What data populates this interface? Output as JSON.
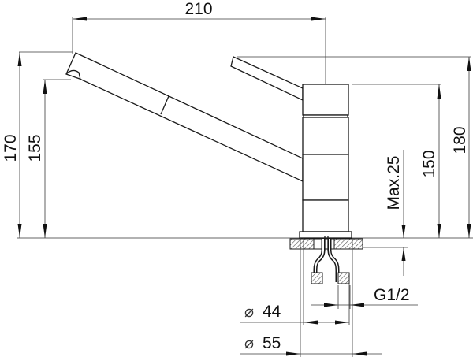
{
  "drawing": {
    "title": "Kitchen mixer tap dimension drawing",
    "units": "mm",
    "line_color": "#1a1a1a",
    "background": "#ffffff"
  },
  "dimensions": {
    "overall_reach": {
      "label": "210"
    },
    "overall_height": {
      "label": "170"
    },
    "spout_outlet_height": {
      "label": "155"
    },
    "body_height": {
      "label": "150"
    },
    "lever_height": {
      "label": "180"
    },
    "max_deck_thickness": {
      "label": "Max.25"
    },
    "connection_thread": {
      "label": "G1/2"
    },
    "inner_diameter": {
      "symbol": "⌀",
      "label": "44"
    },
    "base_diameter": {
      "symbol": "⌀",
      "label": "55"
    }
  }
}
